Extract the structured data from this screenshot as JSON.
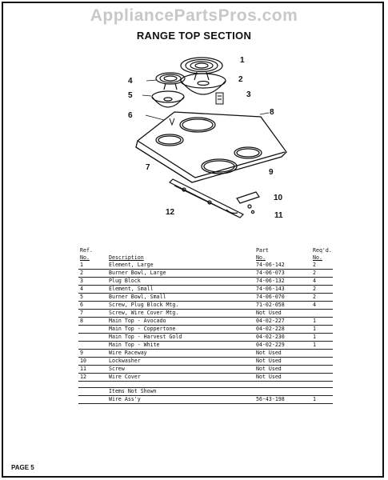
{
  "watermark": "AppliancePartsPros.com",
  "title": "RANGE TOP SECTION",
  "callouts": {
    "c1": "1",
    "c2": "2",
    "c3": "3",
    "c4": "4",
    "c5": "5",
    "c6": "6",
    "c7": "7",
    "c8": "8",
    "c9": "9",
    "c10": "10",
    "c11": "11",
    "c12": "12"
  },
  "table": {
    "headers": {
      "ref_top": "Ref.",
      "ref_bottom": "No.",
      "desc": "Description",
      "part_top": "Part",
      "part_bottom": "No.",
      "req_top": "Req'd.",
      "req_bottom": "No."
    },
    "rows": [
      {
        "ref": "1",
        "desc": "Element, Large",
        "part": "74-06-142",
        "req": "2"
      },
      {
        "ref": "2",
        "desc": "Burner Bowl, Large",
        "part": "74-06-073",
        "req": "2"
      },
      {
        "ref": "3",
        "desc": "Plug Block",
        "part": "74-06-132",
        "req": "4"
      },
      {
        "ref": "4",
        "desc": "Element, Small",
        "part": "74-06-143",
        "req": "2"
      },
      {
        "ref": "5",
        "desc": "Burner Bowl, Small",
        "part": "74-06-070",
        "req": "2"
      },
      {
        "ref": "6",
        "desc": "Screw, Plug Block Mtg.",
        "part": "71-02-058",
        "req": "4"
      },
      {
        "ref": "7",
        "desc": "Screw, Wire Cover Mtg.",
        "part": "Not Used",
        "req": ""
      },
      {
        "ref": "8",
        "desc": "Main Top - Avocado",
        "part": "04-02-227",
        "req": "1"
      },
      {
        "ref": "",
        "desc": "Main Top - Coppertone",
        "part": "04-02-228",
        "req": "1"
      },
      {
        "ref": "",
        "desc": "Main Top - Harvest Gold",
        "part": "04-02-230",
        "req": "1"
      },
      {
        "ref": "",
        "desc": "Main Top - White",
        "part": "04-02-229",
        "req": "1"
      },
      {
        "ref": "9",
        "desc": "Wire Raceway",
        "part": "Not Used",
        "req": ""
      },
      {
        "ref": "10",
        "desc": "Lockwasher",
        "part": "Not Used",
        "req": ""
      },
      {
        "ref": "11",
        "desc": "Screw",
        "part": "Not Used",
        "req": ""
      },
      {
        "ref": "12",
        "desc": "Wire Cover",
        "part": "Not Used",
        "req": ""
      }
    ],
    "extra": [
      {
        "ref": "",
        "desc": "Items Not Shown",
        "part": "",
        "req": ""
      },
      {
        "ref": "",
        "desc": "Wire Ass'y",
        "part": "56-43-198",
        "req": "1"
      }
    ]
  },
  "footer": "PAGE 5"
}
